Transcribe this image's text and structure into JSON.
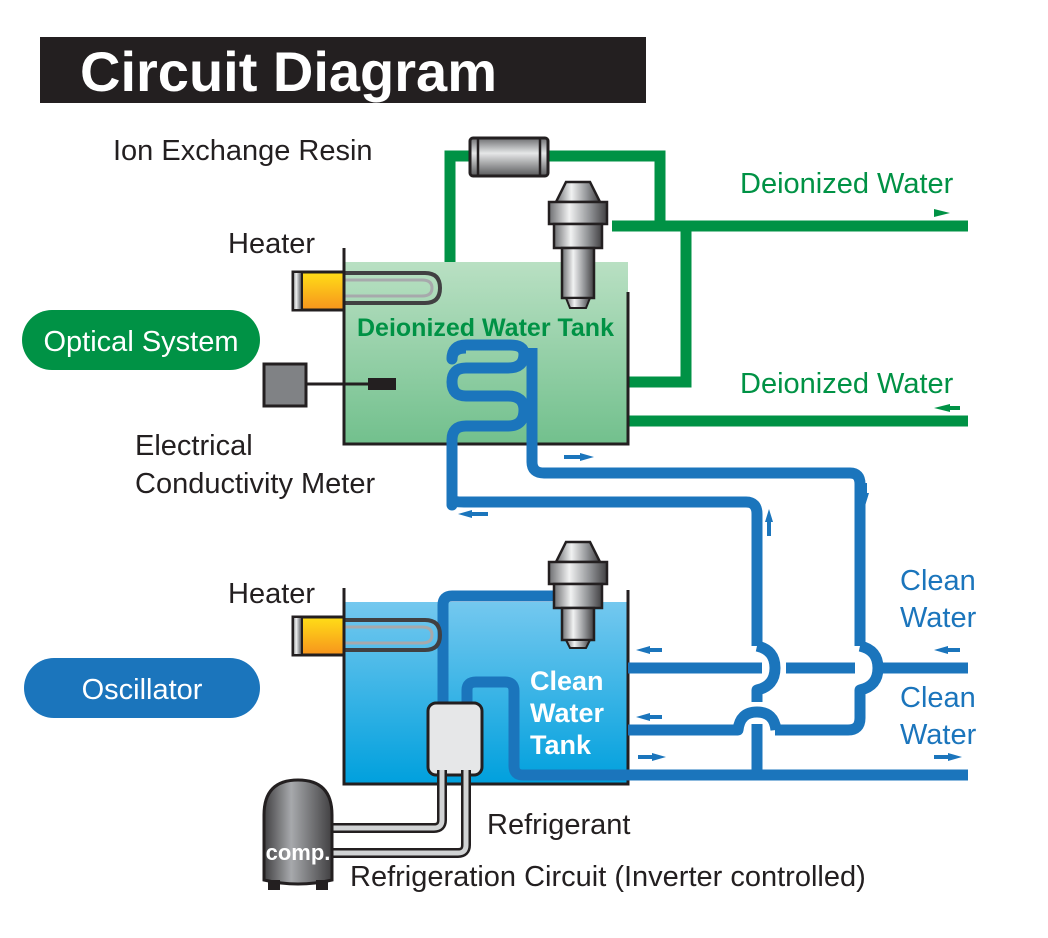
{
  "title": "Circuit Diagram",
  "colors": {
    "title_bg": "#231f20",
    "green": "#009245",
    "blue": "#1b75bc",
    "green_tank_top": "#b5dfbf",
    "green_tank_bottom": "#74c290",
    "blue_tank_top": "#6ac4ee",
    "blue_tank_bottom": "#00a0dc",
    "heater_orange": "#f7941d",
    "heater_yellow": "#ffde17"
  },
  "labels": {
    "ion_exchange_resin": "Ion Exchange Resin",
    "heater_top": "Heater",
    "heater_bottom": "Heater",
    "optical_system": "Optical System",
    "oscillator": "Oscillator",
    "deionized_water_tank": "Deionized Water Tank",
    "conductivity_meter_line1": "Electrical",
    "conductivity_meter_line2": "Conductivity Meter",
    "deionized_water_out": "Deionized Water",
    "deionized_water_in": "Deionized Water",
    "clean_water_in_line1": "Clean",
    "clean_water_in_line2": "Water",
    "clean_water_out_line1": "Clean",
    "clean_water_out_line2": "Water",
    "clean_water_tank_line1": "Clean",
    "clean_water_tank_line2": "Water",
    "clean_water_tank_line3": "Tank",
    "refrigerant": "Refrigerant",
    "refrigeration_circuit": "Refrigeration Circuit (Inverter controlled)",
    "compressor": "comp."
  },
  "icons": {
    "pump": "pump-icon",
    "heater": "heater-icon",
    "resin": "ion-exchange-cartridge-icon",
    "meter": "conductivity-meter-icon",
    "compressor": "compressor-icon",
    "heat_exchanger": "heat-exchanger-icon"
  }
}
